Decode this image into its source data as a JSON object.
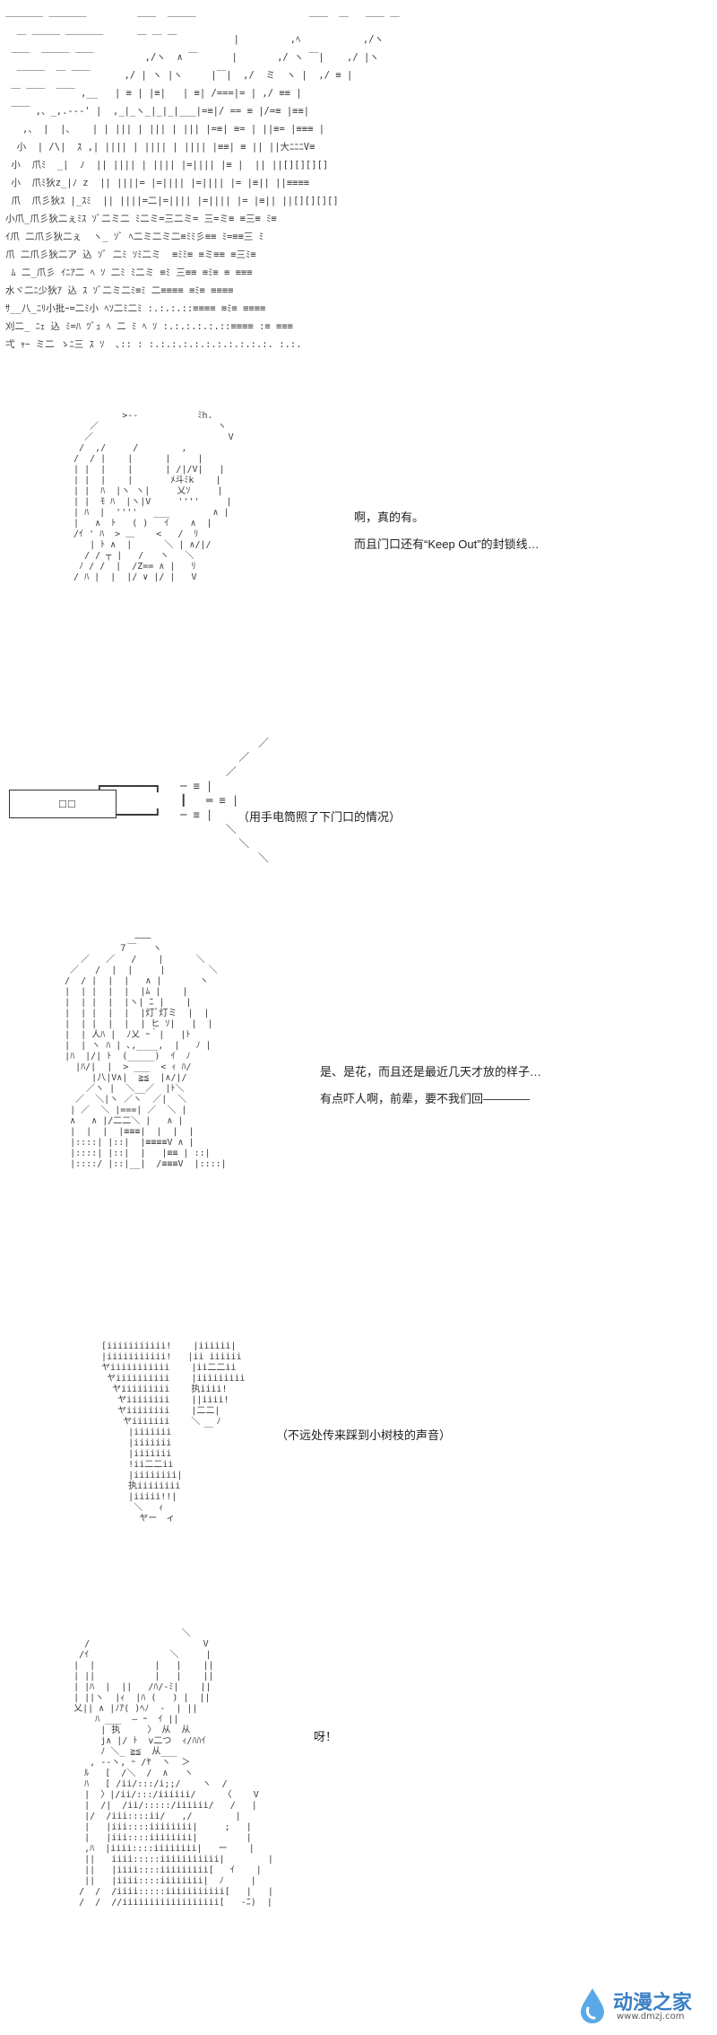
{
  "panel_building": {
    "art": "￣￣￣￣ ￣￣￣￣         ￣￣  ￣￣￣                    ￣￣  ￣   ￣￣ ￣\n  ￣ ￣￣￣ ￣￣￣￣      ￣ ￣ ￣          |         ,ﾍ           ,/ヽ\n ￣￣  ￣￣￣ ￣￣         ,/ヽ  ∧ ￣      |       ,/ ヽ ￣|    ,/ |ヽ\n  ￣￣￣  ￣ ￣￣      ,/ | ヽ |ヽ     |￣|  ,/  ミ  ヽ |  ,/ ≡ |\n ￣ ￣￣  ￣￣ ,__   | ≡ | |≡|   | ≡| /===|= | ,/ ≡≡ |\n ￣￣ ,、_,.-‐‐' |  ,_|_ヽ_|_|_|___|=≡|/ == ≡ |/=≡ |≡≡|\n   ,、 |  |、   | | ||| | ||| | ||| |=≡| ≡= | ||≡= |≡≡≡ |\n  小  | /\\|  ｽ ,| |||| | |||| | |||| |≡≡| ≡ || ||大ﾆﾆﾆV≡\n 小  爪ﾐ  _|  ﾉ  || |||| | |||| |=|||| |≡ |  || ||[][][][]\n 小  爪ﾐ狄z_|ﾉ z  || ||||= |=|||| |=|||| |= |≡|| ||≡≡≡≡\n 爪  爪彡狄ｽ |_ｽﾐ  || ||||=二|=|||| |=|||| |= |≡|| ||[][][][]\n小爪_爪彡狄二ぇﾐｽ ｿﾞ二ミ二 ﾐ二ミ=三二ミ= 三=ミ≡ ≡三≡ ﾐ≡\nｲ爪 二爪彡狄二ぇ  ヽ_ ｿﾞ ﾍ二ミ二ミ二≡ﾐﾐ彡≡≡ ﾐ=≡≡三 ﾐ\n爪 二爪彡狄二ア 込 ｿﾞ 二ﾐ ｿﾐ二ミ  ≡ﾐﾐ≡ ≡ミ≡≡ ≡三ﾐ≡\n ﾑ 二_爪彡 ｲﾆｱ二 ﾍ ｿ 二ﾐ ﾐ二ミ ≡ﾐ 三≡≡ ≡ﾐ≡ ≡ ≡≡≡\n水ヾ二ﾆ少狄ｱ 込 ｽ ｿﾞ二ミ二ﾐ≡ﾐ 二≡≡≡≡ ≡ﾐ≡ ≡≡≡≡\nｻ__八_ﾆﾘ小批ｰ=二ﾐ小 ﾍｿ二ﾐ二ﾐ :.:.:.::≡≡≡≡ ≡ﾐ≡ ≡≡≡≡\n刈二_ ﾆｪ 込 ﾐ=ﾊ ﾂﾞｭ ﾍ 二 ﾐ ﾍ ｿ :.:.:.:.:.::≡≡≡≡ :≡ ≡≡≡\n弌 ｬｰ ミ二 ゝﾆ三 ｽ ｿ  ､:: : :.:.:.:.:.:.:.:.:.:.:. :.:."
  },
  "panel_1": {
    "art": "           >‐‐           ﾐh.\n     ／                      ヽ\n    ／                         V\n   /  ,/     /        ,\n  /  / |    |      |     |\n  | |  |    |      | /|/V|   |\n  | |  |    |       ﾒ斗ﾐk    |\n  | |  ﾊ  |ヽ ヽ|     乂ｿ     |\n  | |  ﾓ ﾊ  |ヽ|V     ''''     |\n  | ﾊ  |  ''''   ___        ∧ |\n  |   ∧  ﾄ   ( )   ｲ    ∧  |\n  /ｲ ' ﾊ  > ＿    <   /  ﾘ\n     | ﾄ ∧  |      ＼ | ∧/|/\n    / / ┬ |   /   ヽ   ＼\n   ﾉ / /  |  /Z== ∧ |   ﾘ\n  / ﾊ |  |  |/ ∨ |/ |   V",
    "lines": [
      "啊，真的有。",
      "而且门口还有“Keep Out”的封锁线…"
    ]
  },
  "panel_2": {
    "art": "                          ／\n                       ／\n                     ／\n ┏━━━━━━━━┓   ─ ≡ |\n ┃            ┃   ═ ≡ |\n ┗━━━━━━━━┛   ─ ≡ |\n                     ＼\n                       ＼\n                          ＼",
    "lamp_label": "□□",
    "caption": "（用手电筒照了下门口的情况）"
  },
  "panel_3": {
    "art": "                 ―――\n              ７￣   ヽ\n       ／   ／   /    |      ＼\n     ／   /  |  |     |        ＼\n    /  / |  |  |   ∧ |       ヽ\n    |  | |  |  |  |ﾑ |    |\n    |  | |  |  |ヽ| ﾆ |    |\n    |  | |  |  |  |灯ﾞ灯ミ  |  |\n    |  | |  |  |  | ヒ ｿ|   |  |\n    |  | 人ﾊ |  ﾉ乂 ｰ｀|   |ﾄ\n    |  | ヽ ﾊ | ､,____,  |   ﾉ |\n    |ﾊ  |/| ﾄ  (_____)  ｲ  ﾉ\n      |ﾊ/|  |  > ___  < ｨ ﾊ/\n         |八|V∧|  ≧≦  |∧/|/\n        ／ヽ |  ＼__／  |ﾄ＼\n      ／  ＼|ヽ ／ヽ  ／|  ＼\n     | ／  ＼ |===| ／  ＼ |\n     ∧   ∧ |/二二＼ |   ∧ |\n     |  |  |  |≡≡≡|  |  |  |\n     |::::| |::|  |≡≡≡≡V ∧ |\n     |::::| |::|  |   |≡≡ | ::|\n     |::::/ |::|__|  /≡≡≡V  |::::|",
    "lines": [
      "是、是花，而且还是最近几天才放的样子…",
      "有点吓人啊，前辈，要不我们回――――"
    ]
  },
  "panel_4": {
    "art": "   [iiiiiiiiiii!    |iiiiii|\n   |iiiiiiiiiii!   |ii iiiiii\n   ヤiiiiiiiiiii    |ii二二ii\n    ヤiiiiiiiiii    |iiiiiiiii\n     ヤiiiiiiiii    执iiii!\n      ヤiiiiiiii    ||iiii!\n      ヤiiiiiiii    |二二|\n       ヤiiiiiii    ＼   ﾉ\n        |iiiiiii      ￣\n        |iiiiiii\n        |iiiiiii\n        !ii二二ii\n        |iiiiiiii|\n        执iiiiiiii\n        |iiiii!!|\n         ＼   ｨ\n          ヤー　ィ",
    "caption": "（不远处传来踩到小树枝的声音）"
  },
  "panel_5": {
    "art": "                         ＼\n       /                     V\n      /ｲ               ＼     |\n     |  |           |   |    ||\n     | ||           |   |    ||\n     | |ﾊ  |  ||   /ﾊ/‐ﾐ|    ||\n     | ||ヽ  |ｨ  |ﾊ (   ) |  ||\n     乂|| ∧ |ﾉｱ( )ﾍﾉ  ‐  | ||\n         ﾊ ___  ― ｰ  ｲ ||\n          | 执     〉 从  从\n          j∧ |/ ﾄ  v二つ  ｨ/ﾊﾊｲ\n          ﾉ ＼_ ≧≦  从___\n        , ‐‐ヽ, ｰ /ﾔ  ヽ  ＞\n       ﾙ   [  /＼  /  ∧   ヽ\n       ﾊ   [ /ii/:::/i;;/    ヽ  /\n       |  〉|/ii/:::/iiiiii/     〈    V\n       |  /|  /ii/:::::/iiiiii/   /   |\n       |/  /iii::::ii/   ,/        |\n       |   |iii::::iiiiiiii|     ;   |\n       |   |iii::::iiiiiiii|         |\n       ,ﾊ  |iiii::::iiiiiiii|   ー    |\n       ||   iiii:::::iiiiiiiiiii|        |\n       ||   |iiii::::iiiiiiiii[   ｲ    |\n       ||   |iiii::::iiiiiiii|  ﾉ     |\n      /  /  /iiii:::::iiiiiiiiiii[   |   |\n      /  /  //iiiiiiiiiiiiiiiiii[   ‐ﾆ)  |",
    "lines": [
      "呀！"
    ]
  },
  "watermark": {
    "brand": "动漫之家",
    "url": "www.dmzj.com",
    "colors": {
      "brand": "#3a7fc4",
      "drop": "#5aa9e6"
    }
  }
}
